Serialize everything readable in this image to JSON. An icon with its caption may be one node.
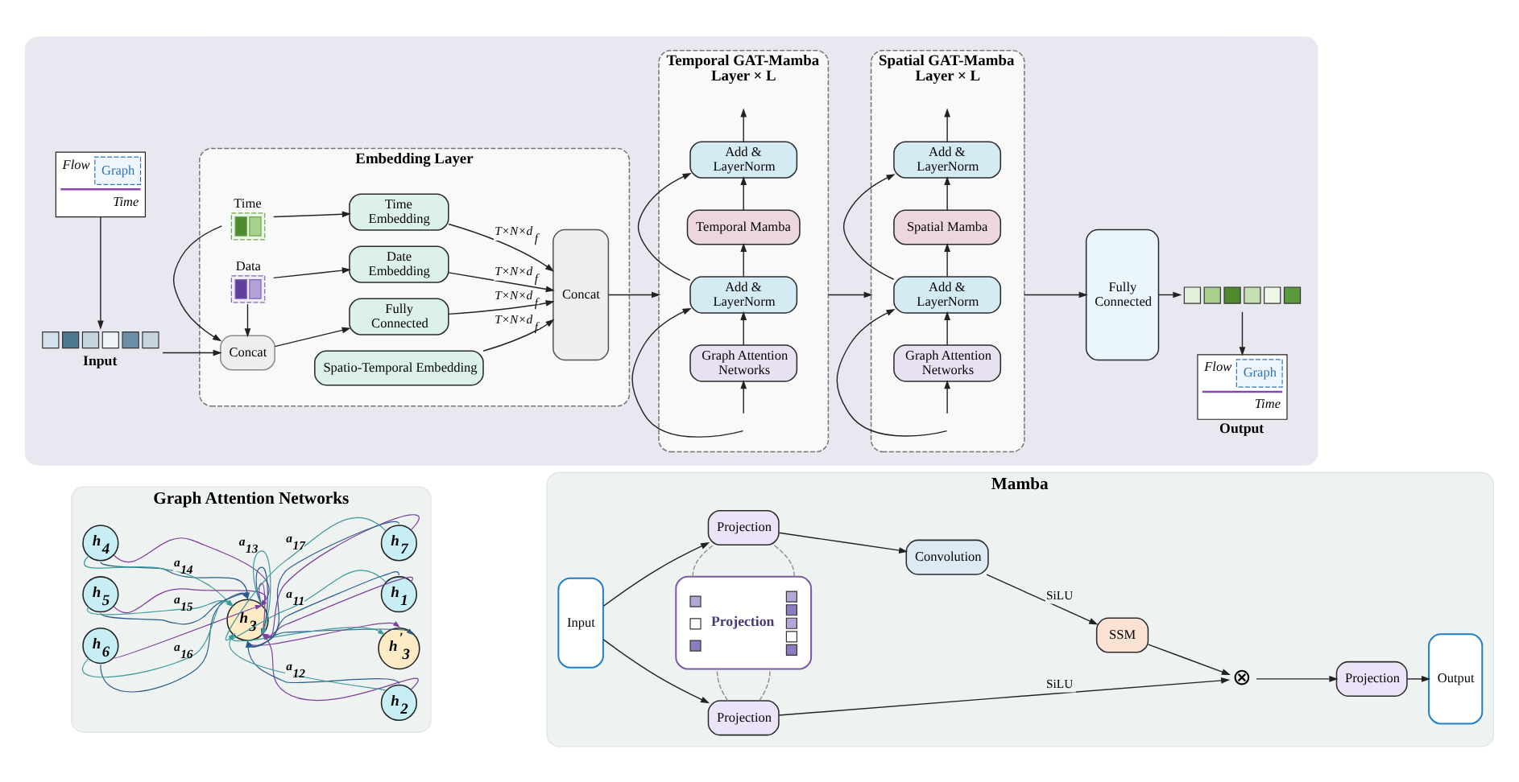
{
  "diagram": {
    "nodes": [
      {
        "text": [],
        "shape": "box"
      },
      {
        "text": [
          "Flow",
          "Graph",
          "Time"
        ],
        "in": 0
      },
      {
        "text": [],
        "shape": "bar",
        "beside": [
          "Input"
        ],
        "in": 0
      },
      {
        "text": [
          "Embedding Layer"
        ],
        "in": 0
      },
      {
        "text": [
          "Time"
        ],
        "in": 3
      },
      {
        "text": [
          "Time Embedding"
        ],
        "in": 3
      },
      {
        "text": [
          "Data"
        ],
        "in": 3
      },
      {
        "text": [
          "Date Embedding"
        ],
        "in": 3
      },
      {
        "text": [
          "Concat"
        ],
        "in": 3
      },
      {
        "text": [
          "Fully Connected"
        ],
        "in": 3
      },
      {
        "text": [
          "Spatio-Temporal Embedding"
        ],
        "in": 3
      },
      {
        "text": [
          "Concat"
        ],
        "in": 3
      },
      {
        "text": [
          "Temporal GAT-Mamba Layer × L"
        ],
        "in": 0
      },
      {
        "text": [
          "Add & LayerNorm"
        ],
        "in": 12
      },
      {
        "text": [
          "Temporal Mamba"
        ],
        "in": 12
      },
      {
        "text": [
          "Add & LayerNorm"
        ],
        "in": 12
      },
      {
        "text": [
          "Graph Attention Networks"
        ],
        "in": 12
      },
      {
        "text": [
          "Spatial GAT-Mamba Layer × L"
        ],
        "in": 0
      },
      {
        "text": [
          "Add & LayerNorm"
        ],
        "in": 17
      },
      {
        "text": [
          "Spatial Mamba"
        ],
        "in": 17
      },
      {
        "text": [
          "Add & LayerNorm"
        ],
        "in": 17
      },
      {
        "text": [
          "Graph Attention Networks"
        ],
        "in": 17
      },
      {
        "text": [
          "Fully Connected"
        ],
        "in": 0
      },
      {
        "text": [],
        "shape": "bar",
        "in": 0
      },
      {
        "text": [
          "Flow",
          "Graph",
          "Time"
        ],
        "beside": [
          "Output"
        ],
        "in": 0
      },
      {
        "text": [
          "Graph Attention Networks"
        ]
      },
      {
        "text": [
          "h$_{4}$"
        ],
        "in": 25
      },
      {
        "text": [
          "h$_{2}$"
        ],
        "in": 25
      },
      {
        "text": [
          "h$_{5}$"
        ],
        "in": 25
      },
      {
        "text": [
          "h$_{3}$"
        ],
        "in": 25
      },
      {
        "text": [
          "h$_{1}$"
        ],
        "in": 25
      },
      {
        "text": [
          "h$_{6}$"
        ],
        "in": 25
      },
      {
        "text": [
          "h$_{7}$"
        ],
        "in": 25
      },
      {
        "text": [
          "h$^{'}$$_{3}$"
        ],
        "in": 25
      },
      {
        "text": [
          "Mamba"
        ]
      },
      {
        "text": [
          "Input"
        ],
        "in": 34
      },
      {
        "text": [
          "Projection"
        ],
        "in": 34
      },
      {
        "text": [
          "Convolution"
        ],
        "in": 34
      },
      {
        "text": [
          "SSM"
        ],
        "in": 34
      },
      {
        "text": [
          "Projection"
        ],
        "in": 34
      },
      {
        "text": [
          "⊗"
        ],
        "in": 34
      },
      {
        "text": [
          "Projection"
        ],
        "in": 34
      },
      {
        "text": [
          "Output"
        ],
        "in": 34
      },
      {
        "text": [
          "Projection"
        ],
        "in": 34
      }
    ],
    "edges": [
      {
        "from": 1,
        "to": 2,
        "arrow": "to"
      },
      {
        "from": 2,
        "to": 8,
        "arrow": "to"
      },
      {
        "from": 4,
        "to": 5,
        "arrow": "to"
      },
      {
        "from": 4,
        "to": 8,
        "arrow": "to"
      },
      {
        "from": 6,
        "to": 7,
        "arrow": "to"
      },
      {
        "from": 6,
        "to": 8,
        "arrow": "to"
      },
      {
        "from": 8,
        "to": 9,
        "arrow": "to"
      },
      {
        "from": 5,
        "to": 11,
        "arrow": "to",
        "label": "T×N×d$_{f}$"
      },
      {
        "from": 7,
        "to": 11,
        "arrow": "to",
        "label": "T×N×d$_{f}$"
      },
      {
        "from": 9,
        "to": 11,
        "arrow": "to",
        "label": "T×N×d$_{f}$"
      },
      {
        "from": 10,
        "to": 11,
        "arrow": "to",
        "label": "T×N×d$_{f}$"
      },
      {
        "from": 11,
        "to": 12,
        "arrow": "to"
      },
      {
        "from": null,
        "to": 16,
        "arrow": "to"
      },
      {
        "from": null,
        "to": 15,
        "arrow": "to"
      },
      {
        "from": 16,
        "to": 15,
        "arrow": "to"
      },
      {
        "from": 15,
        "to": 14,
        "arrow": "to"
      },
      {
        "from": 15,
        "to": 13,
        "arrow": "to"
      },
      {
        "from": 14,
        "to": 13,
        "arrow": "to"
      },
      {
        "from": 13,
        "to": null,
        "arrow": "to"
      },
      {
        "from": 12,
        "to": 17,
        "arrow": "to"
      },
      {
        "from": null,
        "to": 21,
        "arrow": "to"
      },
      {
        "from": null,
        "to": 20,
        "arrow": "to"
      },
      {
        "from": 21,
        "to": 20,
        "arrow": "to"
      },
      {
        "from": 20,
        "to": 19,
        "arrow": "to"
      },
      {
        "from": 20,
        "to": 18,
        "arrow": "to"
      },
      {
        "from": 19,
        "to": 18,
        "arrow": "to"
      },
      {
        "from": 18,
        "to": null,
        "arrow": "to"
      },
      {
        "from": 17,
        "to": 22,
        "arrow": "to"
      },
      {
        "from": 22,
        "to": 23,
        "arrow": "to"
      },
      {
        "from": 23,
        "to": 24,
        "arrow": "to"
      },
      {
        "from": 29,
        "to": 33,
        "arrow": "to",
        "color": "#2b5b8b"
      },
      {
        "from": 29,
        "to": 33,
        "arrow": "to",
        "color": "#7d3f9f"
      },
      {
        "from": 29,
        "to": 33,
        "arrow": "to",
        "color": "#3a9a9a"
      },
      {
        "from": 30,
        "to": 29,
        "arrow": "to",
        "color": "#7d3f9f"
      },
      {
        "from": 30,
        "to": 29,
        "arrow": "to",
        "color": "#2b5b8b"
      },
      {
        "from": 30,
        "to": 29,
        "arrow": "to",
        "label": "a$_{11}$",
        "color": "#3a9a9a"
      },
      {
        "from": 27,
        "to": 29,
        "arrow": "to",
        "color": "#7d3f9f"
      },
      {
        "from": 27,
        "to": 29,
        "arrow": "to",
        "color": "#2b5b8b"
      },
      {
        "from": 27,
        "to": 29,
        "arrow": "to",
        "label": "a$_{12}$",
        "color": "#3a9a9a"
      },
      {
        "from": 29,
        "to": 29,
        "arrow": "to",
        "color": "#7d3f9f"
      },
      {
        "from": 29,
        "to": 29,
        "arrow": "to",
        "color": "#2b5b8b"
      },
      {
        "from": 29,
        "to": 29,
        "arrow": "to",
        "label": "a$_{13}$",
        "color": "#3a9a9a"
      },
      {
        "from": 26,
        "to": 29,
        "arrow": "to",
        "color": "#7d3f9f"
      },
      {
        "from": 26,
        "to": 29,
        "arrow": "to",
        "color": "#2b5b8b"
      },
      {
        "from": 26,
        "to": 29,
        "arrow": "to",
        "label": "a$_{14}$",
        "color": "#3a9a9a"
      },
      {
        "from": 28,
        "to": 29,
        "arrow": "to",
        "color": "#7d3f9f"
      },
      {
        "from": 28,
        "to": 29,
        "arrow": "to",
        "color": "#2b5b8b"
      },
      {
        "from": 28,
        "to": 29,
        "arrow": "to",
        "label": "a$_{15}$",
        "color": "#3a9a9a"
      },
      {
        "from": 31,
        "to": 29,
        "arrow": "to",
        "color": "#7d3f9f"
      },
      {
        "from": 31,
        "to": 29,
        "arrow": "to",
        "color": "#2b5b8b"
      },
      {
        "from": 31,
        "to": 29,
        "arrow": "to",
        "label": "a$_{16}$",
        "color": "#3a9a9a"
      },
      {
        "from": 32,
        "to": 29,
        "arrow": "to",
        "color": "#7d3f9f"
      },
      {
        "from": 32,
        "to": 29,
        "arrow": "to",
        "color": "#2b5b8b"
      },
      {
        "from": 32,
        "to": 29,
        "arrow": "to",
        "label": "a$_{17}$",
        "color": "#3a9a9a"
      },
      {
        "from": 35,
        "to": 36,
        "arrow": "to"
      },
      {
        "from": 35,
        "to": 43,
        "arrow": "to"
      },
      {
        "from": 36,
        "to": 37,
        "arrow": "to"
      },
      {
        "from": 37,
        "to": 38,
        "arrow": "to",
        "label": "SiLU"
      },
      {
        "from": 38,
        "to": 40,
        "arrow": "to"
      },
      {
        "from": 43,
        "to": 40,
        "arrow": "to",
        "label": "SiLU"
      },
      {
        "from": 40,
        "to": 41,
        "arrow": "to"
      },
      {
        "from": 41,
        "to": 42,
        "arrow": "to"
      },
      {
        "from": 43,
        "to": 39,
        "arrow": "none",
        "style": "dashed",
        "color": "#8c8c8c"
      },
      {
        "from": 43,
        "to": 39,
        "arrow": "none",
        "style": "dashed",
        "color": "#8c8c8c"
      },
      {
        "from": 39,
        "to": 36,
        "arrow": "none",
        "style": "dashed",
        "color": "#8c8c8c"
      },
      {
        "from": 39,
        "to": 36,
        "arrow": "none",
        "style": "dashed",
        "color": "#8c8c8c"
      }
    ]
  }
}
